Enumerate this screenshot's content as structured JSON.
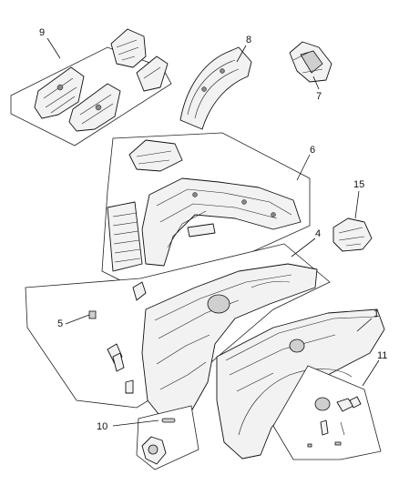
{
  "diagram": {
    "callouts": [
      {
        "id": "9",
        "label": "9"
      },
      {
        "id": "8",
        "label": "8"
      },
      {
        "id": "7",
        "label": "7"
      },
      {
        "id": "6",
        "label": "6"
      },
      {
        "id": "15",
        "label": "15"
      },
      {
        "id": "4",
        "label": "4"
      },
      {
        "id": "5",
        "label": "5"
      },
      {
        "id": "1",
        "label": "1"
      },
      {
        "id": "11",
        "label": "11"
      },
      {
        "id": "10",
        "label": "10"
      }
    ]
  }
}
